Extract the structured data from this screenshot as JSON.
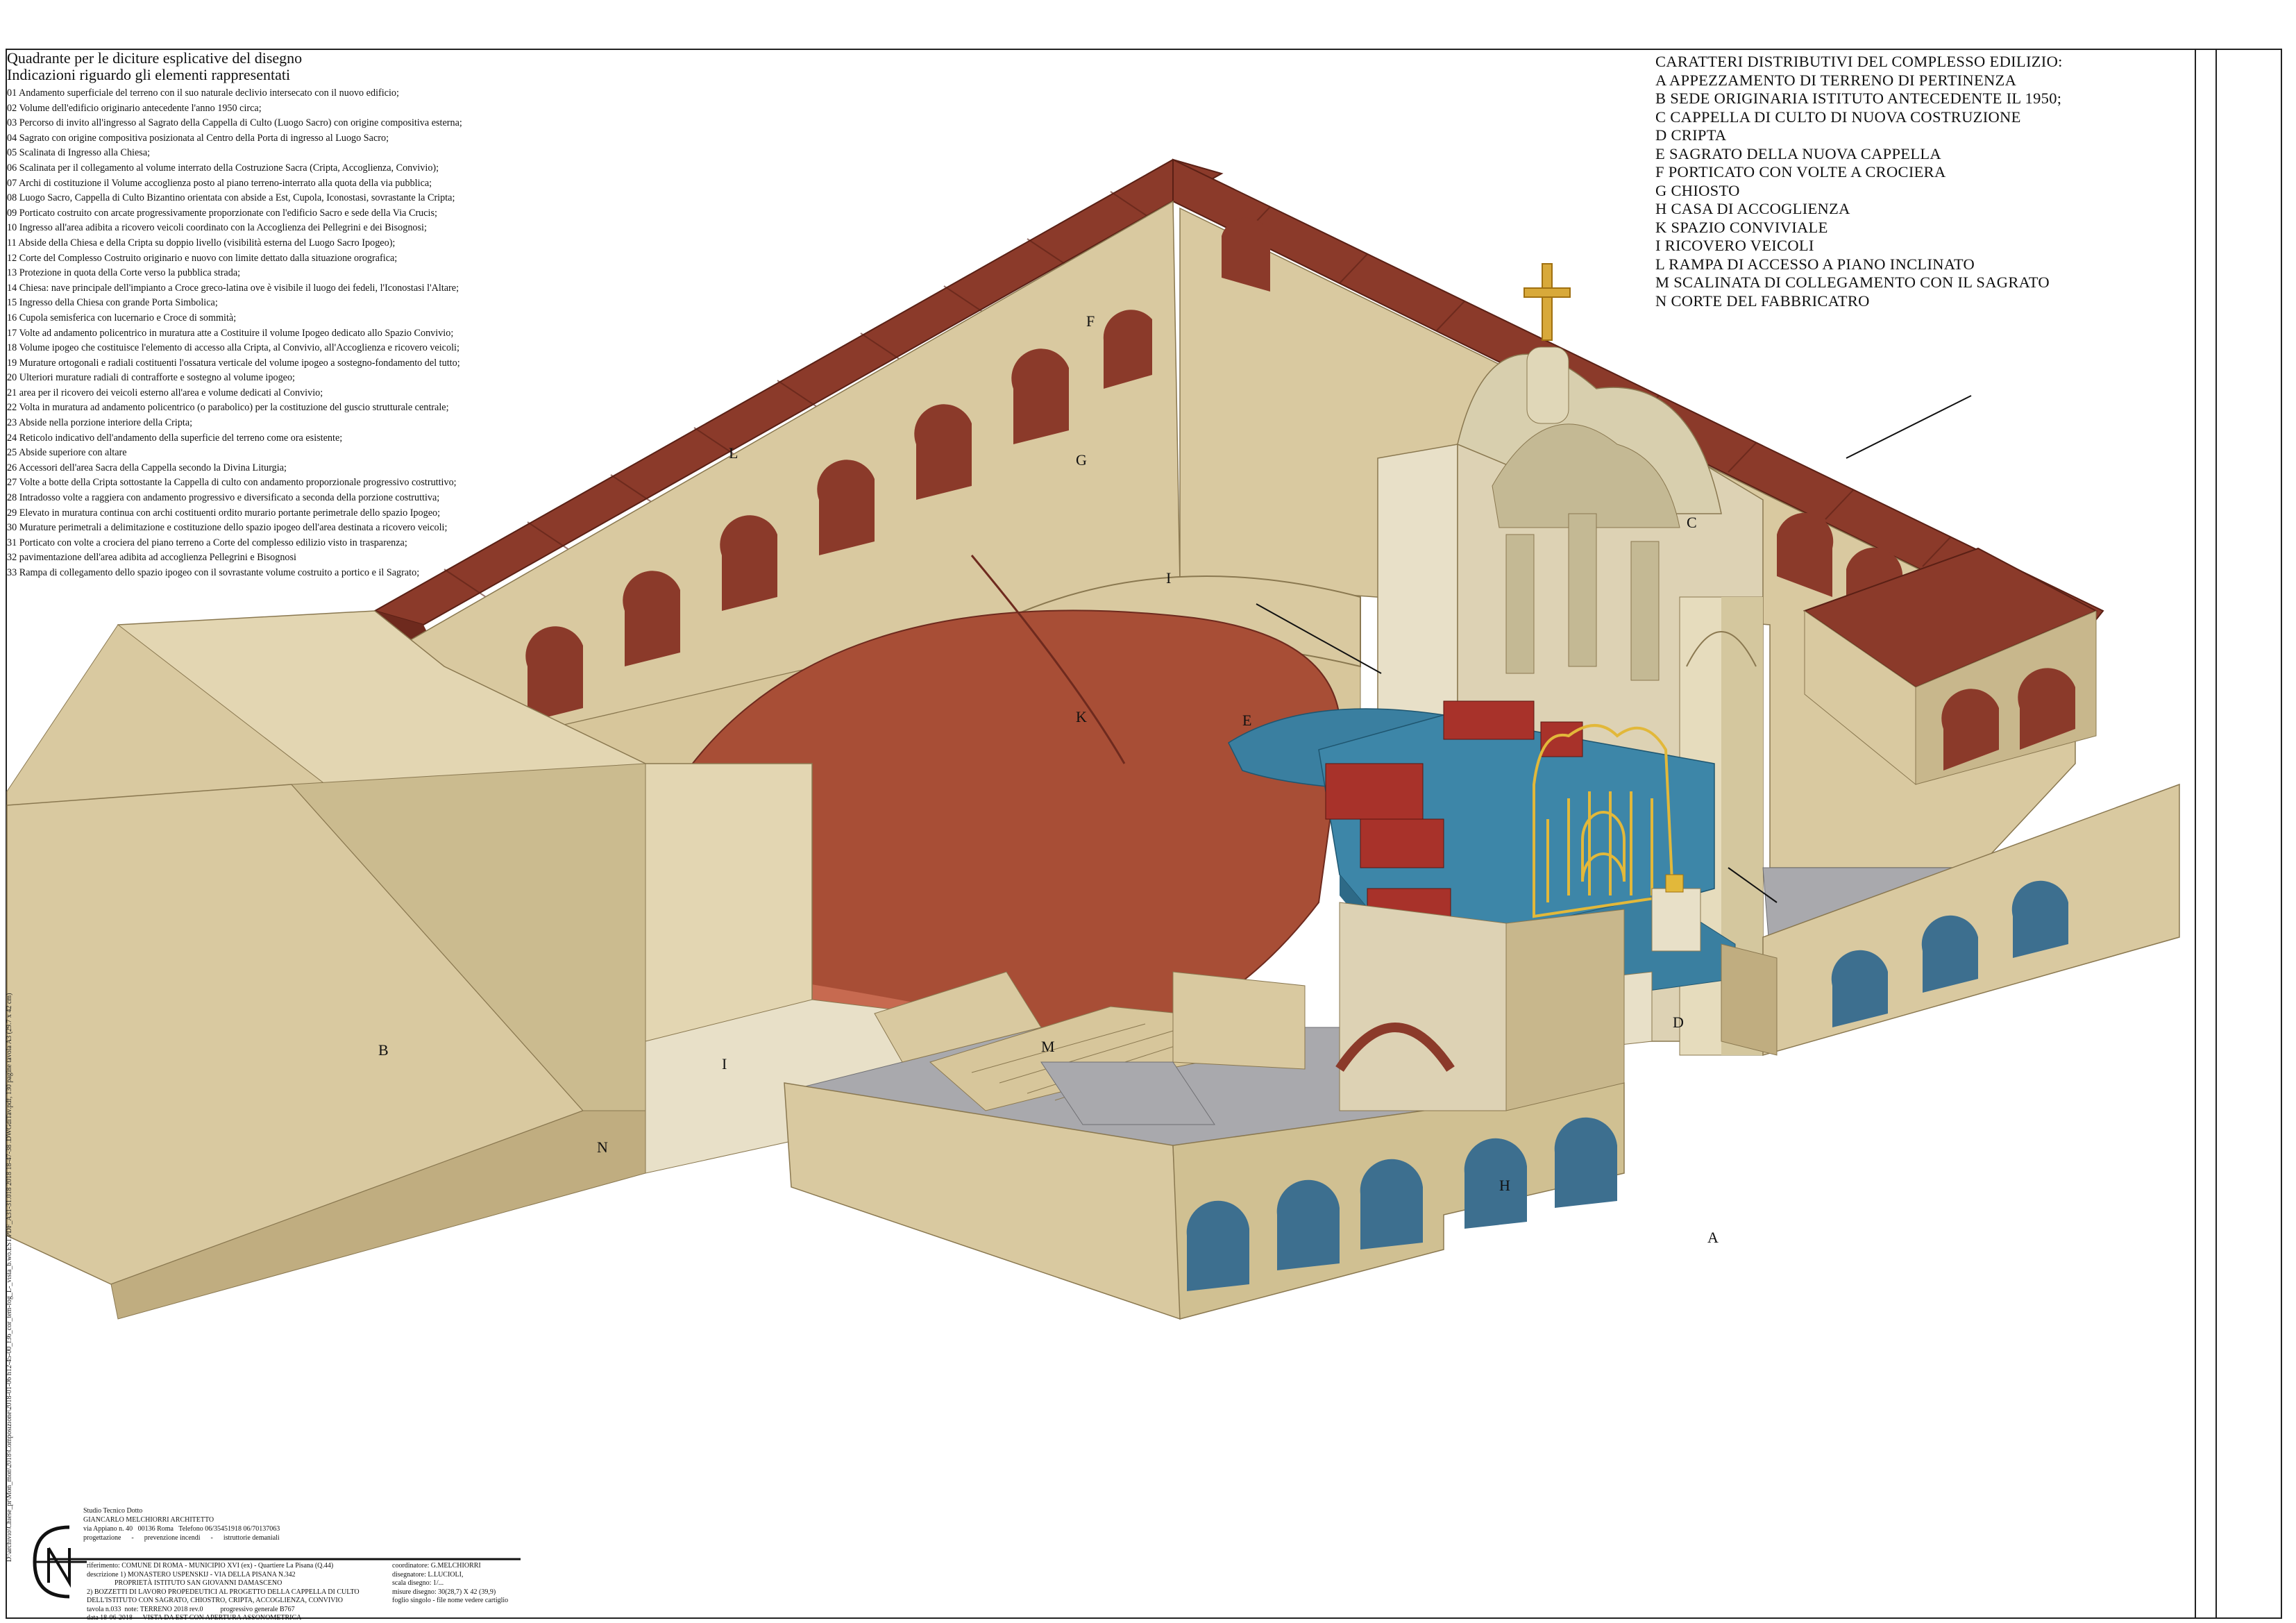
{
  "legend": {
    "title": "Quadrante per le diciture esplicative del disegno",
    "subtitle": "Indicazioni riguardo gli elementi rappresentati",
    "items": [
      "01 Andamento superficiale del terreno con il suo naturale declivio intersecato con il nuovo edificio;",
      "02 Volume dell'edificio originario antecedente l'anno 1950 circa;",
      "03 Percorso di invito all'ingresso al Sagrato della Cappella di Culto (Luogo Sacro) con origine compositiva esterna;",
      "04 Sagrato con origine compositiva posizionata al Centro della Porta di ingresso al Luogo Sacro;",
      "05 Scalinata di Ingresso alla Chiesa;",
      "06 Scalinata per il collegamento al volume interrato della Costruzione Sacra (Cripta, Accoglienza, Convivio);",
      "07 Archi di costituzione il Volume accoglienza posto al piano terreno-interrato alla quota della via pubblica;",
      "08 Luogo Sacro, Cappella di Culto Bizantino orientata con abside a Est, Cupola, Iconostasi, sovrastante la Cripta;",
      "09 Porticato costruito con arcate progressivamente proporzionate con l'edificio Sacro e sede della Via Crucis;",
      "10 Ingresso all'area adibita a ricovero veicoli coordinato con la Accoglienza dei Pellegrini e dei Bisognosi;",
      "11 Abside della Chiesa e della Cripta su doppio livello (visibilità esterna del Luogo Sacro Ipogeo);",
      "12 Corte del Complesso Costruito originario e nuovo con limite dettato dalla situazione orografica;",
      "13 Protezione in quota della Corte verso la pubblica strada;",
      "14 Chiesa: nave principale dell'impianto a Croce greco-latina ove è visibile il luogo dei fedeli, l'Iconostasi l'Altare;",
      "15 Ingresso della Chiesa con grande Porta Simbolica;",
      "16 Cupola semisferica con lucernario e Croce di sommità;",
      "17 Volte ad andamento policentrico in muratura atte a Costituire il volume Ipogeo dedicato allo Spazio Convivio;",
      "18 Volume ipogeo che costituisce l'elemento di accesso alla Cripta, al Convivio, all'Accoglienza e ricovero veicoli;",
      "19 Murature ortogonali e radiali costituenti l'ossatura verticale del volume ipogeo a sostegno-fondamento del tutto;",
      "20 Ulteriori murature radiali di contrafforte e sostegno al volume ipogeo;",
      "21 area per il ricovero dei veicoli esterno all'area e volume dedicati al Convivio;",
      "22 Volta in muratura ad andamento policentrico (o parabolico) per la costituzione del guscio strutturale centrale;",
      "23 Abside nella porzione interiore della Cripta;",
      "24 Reticolo indicativo dell'andamento della superficie del terreno come ora esistente;",
      "25 Abside superiore con altare",
      "26 Accessori dell'area Sacra della Cappella secondo la Divina Liturgia;",
      "27 Volte a botte della Cripta sottostante la Cappella di culto con andamento proporzionale progressivo costruttivo;",
      "28 Intradosso volte a raggiera con andamento progressivo e diversificato a seconda della porzione costruttiva;",
      "29 Elevato in muratura continua con archi costituenti ordito murario portante perimetrale dello spazio Ipogeo;",
      "30 Murature perimetrali a delimitazione e costituzione dello spazio ipogeo dell'area destinata a ricovero veicoli;",
      "31 Porticato con volte a crociera del piano terreno a Corte del complesso edilizio visto in trasparenza;",
      "32 pavimentazione dell'area adibita ad accoglienza Pellegrini e Bisognosi",
      "33 Rampa di collegamento dello spazio ipogeo con il sovrastante volume costruito a portico e il Sagrato;"
    ]
  },
  "legend_right": {
    "title": "CARATTERI DISTRIBUTIVI DEL COMPLESSO EDILIZIO:",
    "items": [
      "A APPEZZAMENTO DI TERRENO DI PERTINENZA",
      "B SEDE ORIGINARIA ISTITUTO ANTECEDENTE IL 1950;",
      "C CAPPELLA DI CULTO DI NUOVA COSTRUZIONE",
      "D CRIPTA",
      "E SAGRATO DELLA NUOVA CAPPELLA",
      "F PORTICATO CON VOLTE A CROCIERA",
      "G CHIOSTO",
      "H CASA DI ACCOGLIENZA",
      "K SPAZIO CONVIVIALE",
      "I RICOVERO VEICOLI",
      "L RAMPA DI ACCESSO A PIANO INCLINATO",
      "M SCALINATA DI COLLEGAMENTO CON IL SAGRATO",
      "N CORTE DEL FABBRICATRO"
    ]
  },
  "labels": {
    "A": "A",
    "B": "B",
    "C": "C",
    "D": "D",
    "E": "E",
    "F": "F",
    "G": "G",
    "H": "H",
    "I1": "I",
    "I2": "I",
    "K": "K",
    "L": "L",
    "M": "M",
    "N": "N"
  },
  "colors": {
    "roof": "#8b3a2a",
    "roof_dark": "#6e2a1e",
    "beige": "#d9c9a0",
    "beige_dark": "#c0ad80",
    "vault": "#a84e36",
    "blue": "#3a7fa0",
    "gold": "#e2b83a",
    "grey": "#a9a9ad",
    "cream": "#e8e0c8"
  },
  "titleblock": {
    "studio": [
      "Studio Tecnico Dotto",
      "GIANCARLO MELCHIORRI ARCHITETTO",
      "via Appiano n. 40   00136 Roma   Telefono 06/35451918 06/70137063",
      "progettazione      -      prevenzione incendi      -      istruttorie demaniali"
    ],
    "rows": [
      "riferimento: COMUNE DI ROMA - MUNICIPIO XVI (ex) - Quartiere La Pisana (Q.44)",
      "descrizione 1) MONASTERO USPENSKIJ - VIA DELLA PISANA N.342",
      "                PROPRIETÀ ISTITUTO SAN GIOVANNI DAMASCENO",
      "2) BOZZETTI DI LAVORO PROPEDEUTICI AL PROGETTO DELLA CAPPELLA DI CULTO",
      "DELL'ISTITUTO CON SAGRATO, CHIOSTRO, CRIPTA, ACCOGLIENZA, CONVIVIO",
      "tavola n.033  note: TERRENO 2018 rev.0          progressivo generale B767",
      "data 18-06-2018      VISTA DA EST CON APERTURA ASSONOMETRICA"
    ],
    "right": [
      "coordinatore: G.MELCHIORRI",
      "disegnatore: L.LUCIOLI,",
      "scala disegno: 1/...",
      "misure disegno: 30(28,7) X 42 (39,9)",
      "foglio singolo - file nome vedere cartiglio"
    ]
  },
  "side_text": "D:\\archivio\\Chiese_pr\\Mon_mon\\2018\\Composizione\\2018-01-06 h12-45-00_f36_cor_tem-fog_L-_vista_b.wo.EST.PDF_A31-31.018 2018 18-47-38 .DWGdiTav.pdf, 130 pagine tavola A3 (29.7 x 42 cm)"
}
